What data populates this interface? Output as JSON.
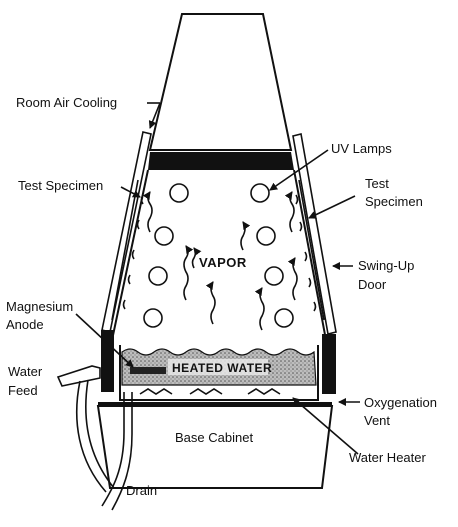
{
  "labels": {
    "room_air_cooling": "Room Air Cooling",
    "uv_lamps": "UV Lamps",
    "test_specimen_left": "Test Specimen",
    "test_specimen_right_line1": "Test",
    "test_specimen_right_line2": "Specimen",
    "vapor": "VAPOR",
    "swing_up_door_line1": "Swing-Up",
    "swing_up_door_line2": "Door",
    "magnesium_anode_line1": "Magnesium",
    "magnesium_anode_line2": "Anode",
    "heated_water": "HEATED WATER",
    "water_feed_line1": "Water",
    "water_feed_line2": "Feed",
    "oxygenation_vent_line1": "Oxygenation",
    "oxygenation_vent_line2": "Vent",
    "base_cabinet": "Base Cabinet",
    "water_heater": "Water Heater",
    "drain": "Drain"
  },
  "colors": {
    "line": "#111111",
    "background": "#ffffff",
    "water_fill": "#9a9a9a"
  }
}
